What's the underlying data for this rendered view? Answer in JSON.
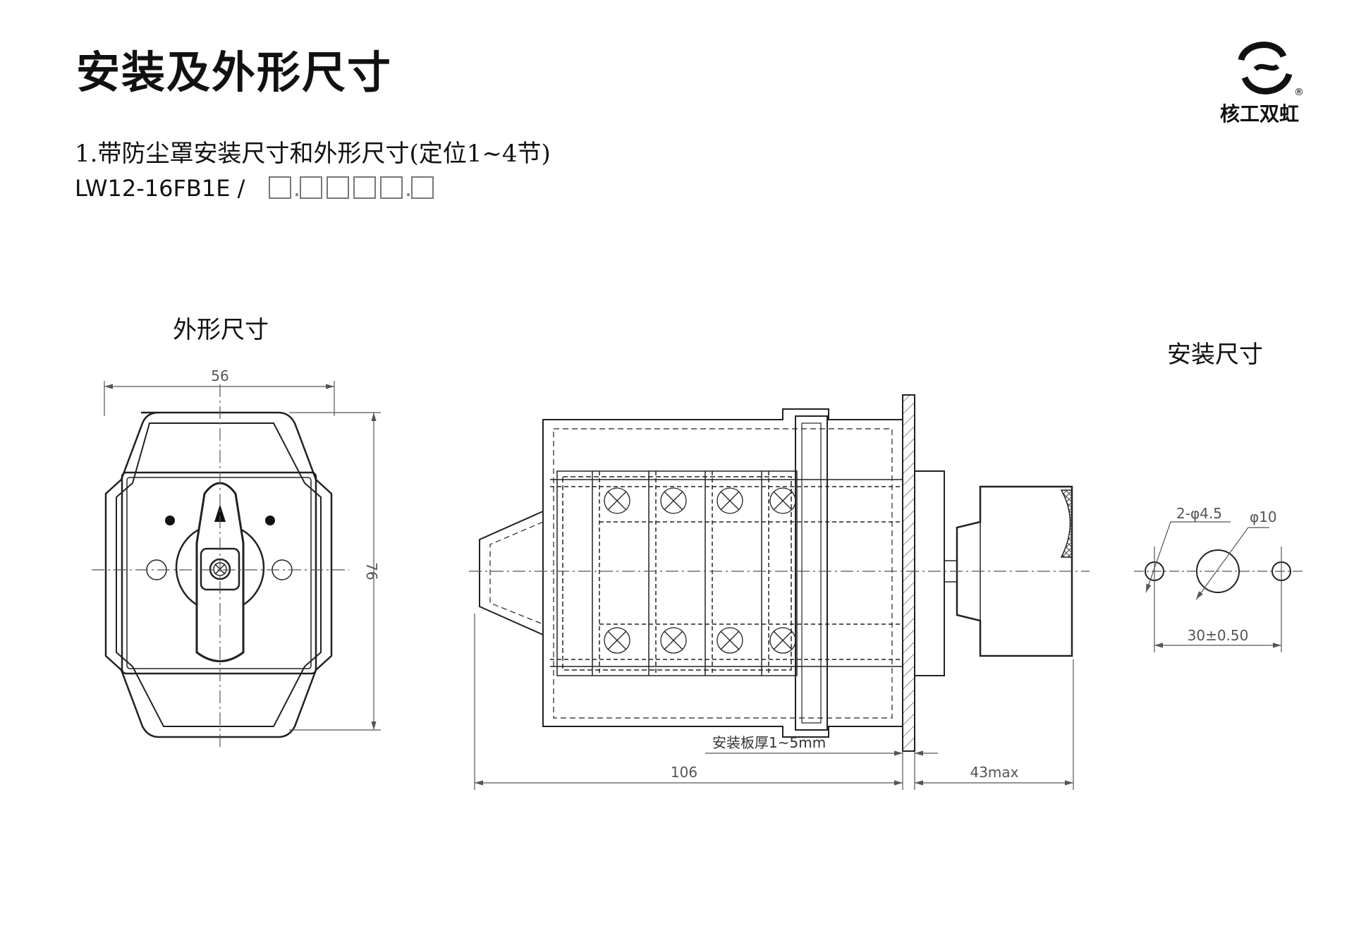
{
  "header": {
    "title": "安装及外形尺寸",
    "subtitle": "1.带防尘罩安装尺寸和外形尺寸(定位1~4节)",
    "model_prefix": "LW12-16FB1E",
    "model_slash": "/"
  },
  "brand": {
    "name": "核工双虹",
    "registered": "®"
  },
  "sections": {
    "outline": "外形尺寸",
    "mounting": "安装尺寸"
  },
  "dimensions": {
    "front_width": "56",
    "front_height": "76",
    "body_length": "106",
    "knob_depth": "43max",
    "plate_thickness": "安装板厚1~5mm",
    "hole_small": "2-φ4.5",
    "hole_large": "φ10",
    "hole_spacing": "30±0.50"
  },
  "colors": {
    "line": "#222222",
    "dim_line": "#555555",
    "hatch": "#666666"
  }
}
